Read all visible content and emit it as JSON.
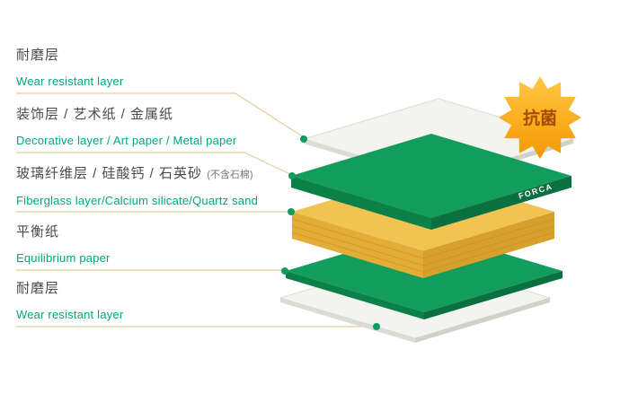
{
  "diagram": {
    "labels": [
      {
        "zh": "耐磨层",
        "en": "Wear resistant layer"
      },
      {
        "zh": "装饰层 / 艺术纸 / 金属纸",
        "en": "Decorative layer / Art paper / Metal paper"
      },
      {
        "zh": "玻璃纤维层 / 硅酸钙 / 石英砂",
        "zh_note": "(不含石棉)",
        "en": "Fiberglass layer/Calcium silicate/Quartz sand"
      },
      {
        "zh": "平衡纸",
        "en": "Equilibrium paper"
      },
      {
        "zh": "耐磨层",
        "en": "Wear resistant layer"
      }
    ],
    "badge": {
      "text": "抗菌"
    },
    "brand": "FORCA"
  },
  "colors": {
    "label_zh": "#4a4a4a",
    "label_en": "#00a878",
    "leader_line": "#e3cd96",
    "leader_dot": "#0e9d5e",
    "green_top": "#129d5c",
    "green_side_left": "#0c8049",
    "green_side_right": "#0a7040",
    "core_top": "#f1c353",
    "core_side_left": "#e3ae36",
    "core_side_right": "#d7a02c",
    "core_stria": "#bb8a20",
    "sheet_top": "#f3f3ef",
    "sheet_side_left": "#dddcd4",
    "sheet_side_right": "#d2d1c8",
    "sheet_edge": "#d6d5cc",
    "badge_fill_top": "#ffc845",
    "badge_fill_bottom": "#f39800",
    "badge_text": "#a64b00",
    "brand_text": "#ffffff"
  }
}
